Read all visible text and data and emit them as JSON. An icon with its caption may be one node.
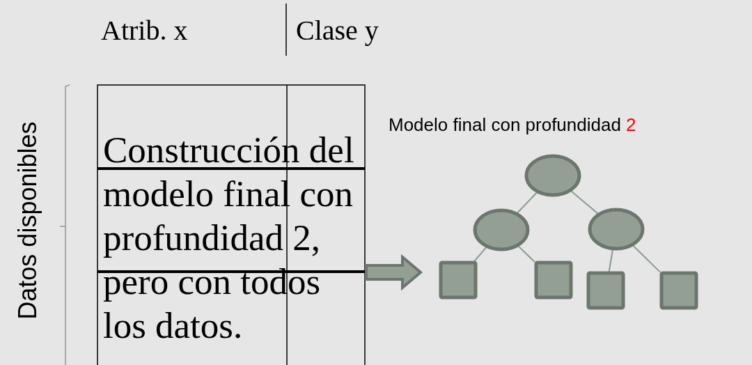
{
  "diagram": {
    "nodes": [
      {
        "text": [
          "Construcción del modelo final con profundidad 2, pero con todos los datos."
        ]
      },
      {
        "text": [],
        "shape": "ellipse"
      },
      {
        "text": [],
        "shape": "ellipse"
      },
      {
        "text": [],
        "shape": "ellipse"
      },
      {
        "text": [],
        "shape": "box"
      },
      {
        "text": [],
        "shape": "box"
      },
      {
        "text": [],
        "shape": "box"
      },
      {
        "text": [],
        "shape": "box"
      }
    ],
    "edges": [
      {
        "from": 0,
        "to": null,
        "arrow": "to",
        "style": "thick",
        "color": "#939f95"
      },
      {
        "from": 1,
        "to": 2,
        "arrow": "none"
      },
      {
        "from": 1,
        "to": 3,
        "arrow": "none"
      },
      {
        "from": 2,
        "to": 4,
        "arrow": "none"
      },
      {
        "from": 2,
        "to": 5,
        "arrow": "none"
      },
      {
        "from": 3,
        "to": 6,
        "arrow": "none"
      },
      {
        "from": 3,
        "to": 7,
        "arrow": "none"
      }
    ],
    "labels": [
      "Atrib. x",
      "Clase y",
      "Datos disponibles",
      "Modelo final con profundidad",
      "2"
    ]
  }
}
